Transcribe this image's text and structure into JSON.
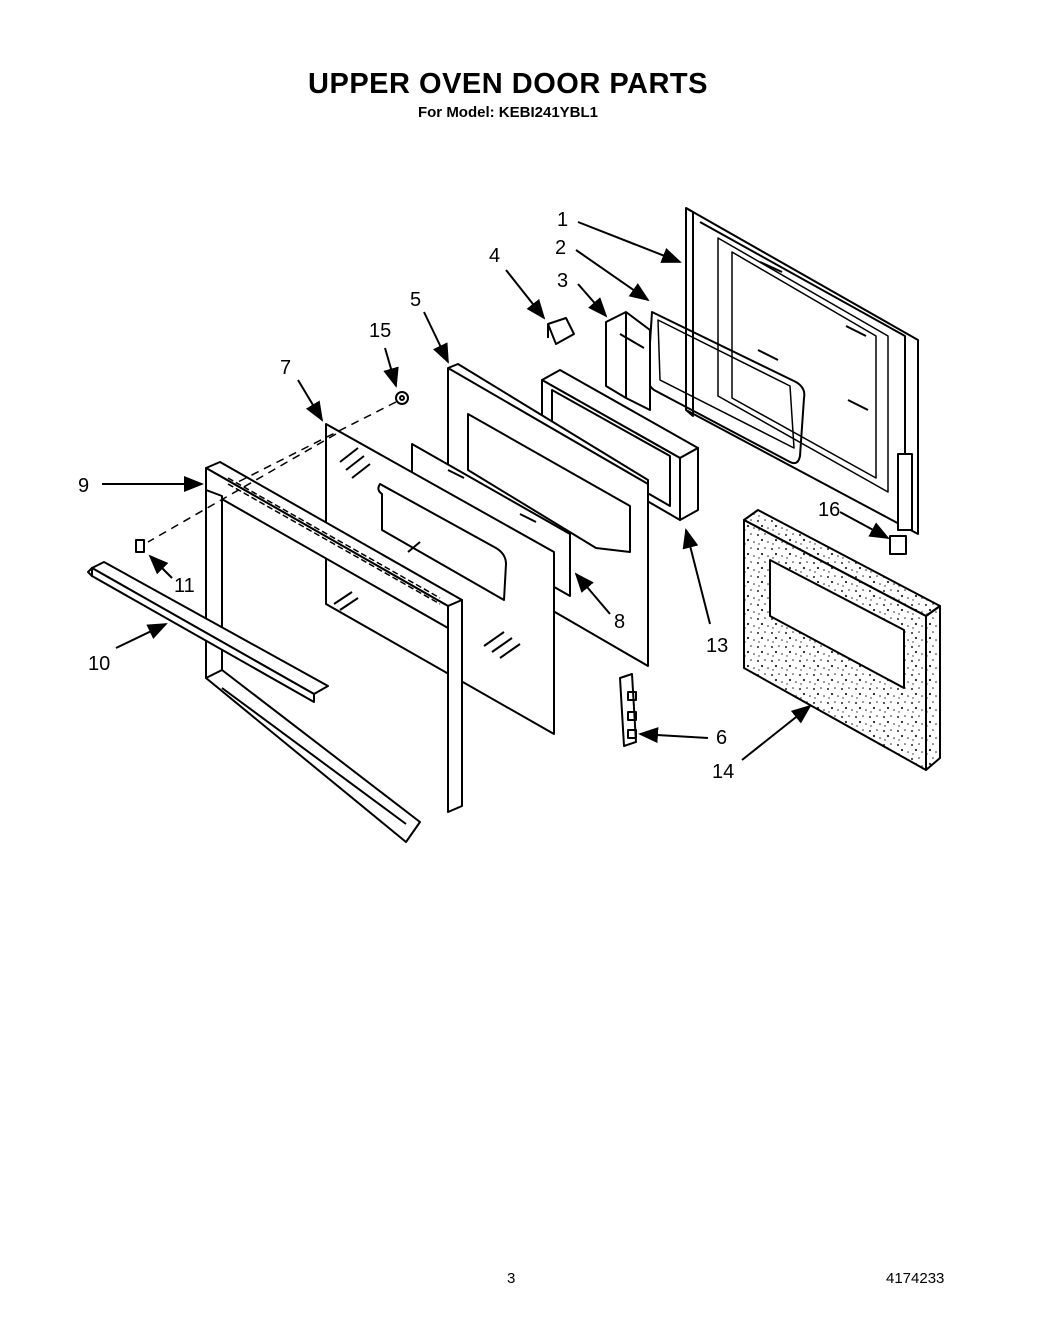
{
  "title": "UPPER OVEN DOOR PARTS",
  "subtitle": "For Model: KEBI241YBL1",
  "page_number": "3",
  "document_number": "4174233",
  "callouts": [
    "1",
    "2",
    "3",
    "4",
    "5",
    "6",
    "7",
    "8",
    "9",
    "10",
    "11",
    "13",
    "14",
    "15",
    "16"
  ]
}
